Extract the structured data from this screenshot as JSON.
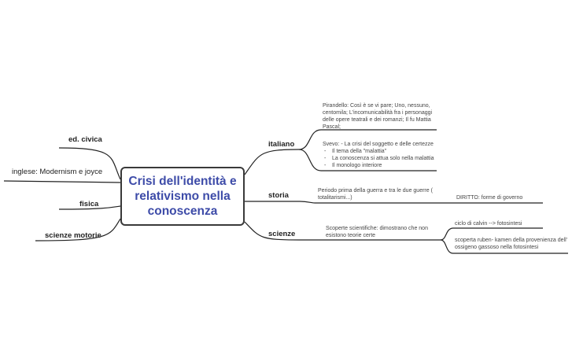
{
  "central": "Crisi dell'identità e relativismo nella conoscenza",
  "left_branches": {
    "ed_civica": "ed. civica",
    "inglese": "inglese: Modernism e joyce",
    "fisica": "fisica",
    "scienze_motorie": "scienze motorie"
  },
  "right_branches": {
    "italiano": {
      "label": "italiano",
      "pirandello": "Pirandello: Così è se vi pare; Uno, nessuno, centomila; L'incomunicabilità fra i personaggi delle opere teatrali e dei romanzi;  Il fu Mattia Pascal;",
      "svevo_title": "Svevo: - La crisi del soggetto e delle certezze",
      "svevo_items": [
        "Il tema della \"malattia\"",
        "La conoscenza si attua solo nella malattia",
        "Il monologo interiore"
      ]
    },
    "storia": {
      "label": "storia",
      "note": "Periodo prima della guerra e tra le due guerre ( totalitarismi...)",
      "diritto": "DIRITTO: forme di governo"
    },
    "scienze": {
      "label": "scienze",
      "note": "Scoperte scientifiche: dimostrano che non esistono teorie certe",
      "calvin": "ciclo di calvin --> fotosintesi",
      "ruben": "scoperta ruben- kamen della provenienza dell' ossigeno gassoso nella fotosintesi"
    }
  }
}
